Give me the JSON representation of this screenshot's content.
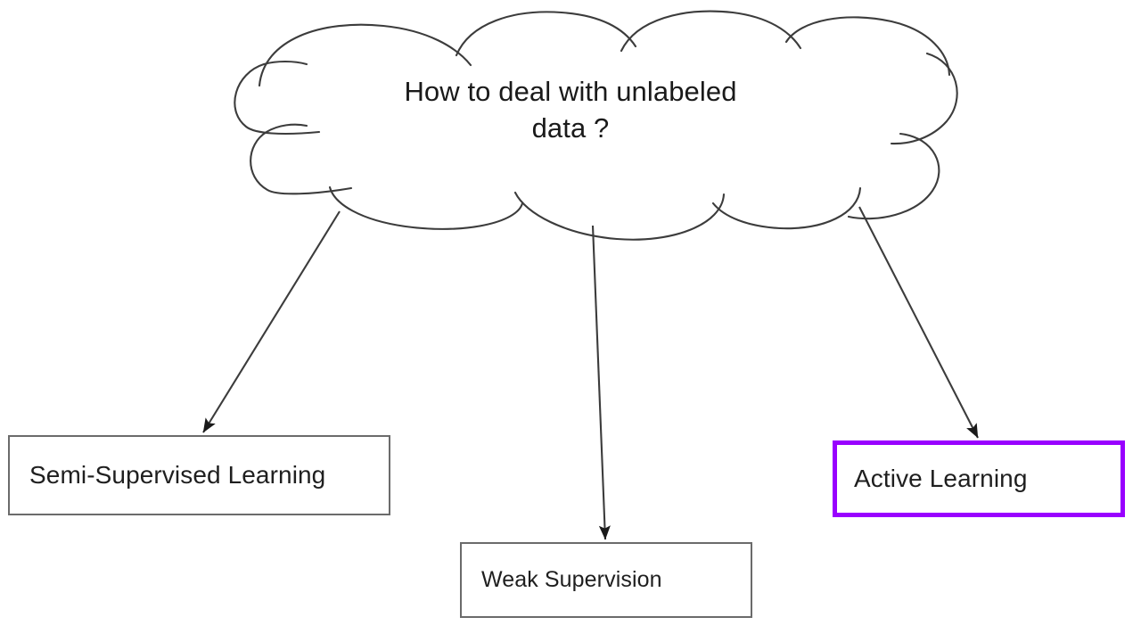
{
  "diagram": {
    "type": "concept-map",
    "background_color": "#ffffff",
    "root": {
      "shape": "cloud",
      "text": "How to deal with unlabeled\ndata ?",
      "stroke_color": "#3c3c3c",
      "fill_color": "#ffffff"
    },
    "nodes": [
      {
        "id": "semi-supervised-learning",
        "label": "Semi-Supervised Learning",
        "shape": "rectangle",
        "border_color": "#6b6b6b",
        "fill_color": "#ffffff",
        "highlighted": "false"
      },
      {
        "id": "weak-supervision",
        "label": "Weak Supervision",
        "shape": "rectangle",
        "border_color": "#6b6b6b",
        "fill_color": "#ffffff",
        "highlighted": "false"
      },
      {
        "id": "active-learning",
        "label": "Active Learning",
        "shape": "rectangle",
        "border_color": "#9900ff",
        "fill_color": "#ffffff",
        "highlighted": "true"
      }
    ],
    "edges": [
      {
        "id": "edge-to-semi-supervised-learning",
        "from": "root",
        "to": "semi-supervised-learning",
        "style": "arrow",
        "color": "#3c3c3c"
      },
      {
        "id": "edge-to-weak-supervision",
        "from": "root",
        "to": "weak-supervision",
        "style": "arrow",
        "color": "#3c3c3c"
      },
      {
        "id": "edge-to-active-learning",
        "from": "root",
        "to": "active-learning",
        "style": "arrow",
        "color": "#3c3c3c"
      }
    ]
  }
}
